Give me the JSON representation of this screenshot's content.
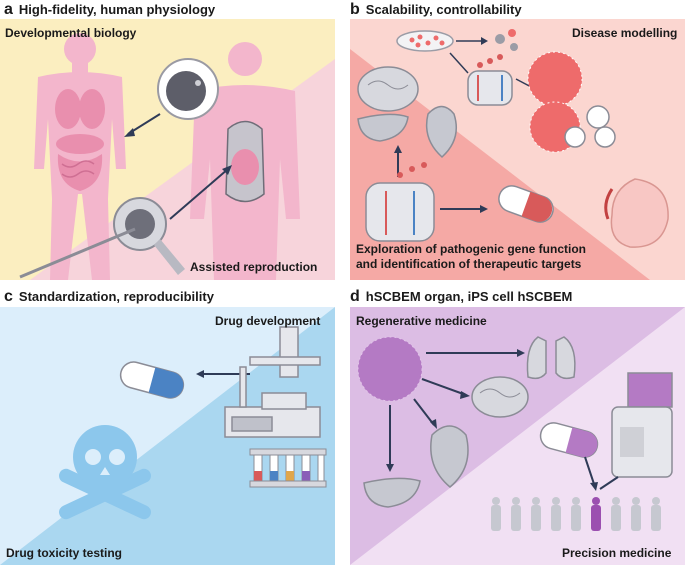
{
  "panels": {
    "a": {
      "letter": "a",
      "title": "High-fidelity, human physiology",
      "top_label": "Developmental biology",
      "bottom_label": "Assisted reproduction"
    },
    "b": {
      "letter": "b",
      "title": "Scalability, controllability",
      "top_label": "Disease modelling",
      "bottom_line1": "Exploration of pathogenic gene function",
      "bottom_line2": "and identification of therapeutic targets"
    },
    "c": {
      "letter": "c",
      "title": "Standardization, reproducibility",
      "top_label": "Drug development",
      "bottom_label": "Drug toxicity testing"
    },
    "d": {
      "letter": "d",
      "title": "hSCBEM organ, iPS cell hSCBEM",
      "top_label": "Regenerative medicine",
      "bottom_label": "Precision medicine"
    }
  },
  "colors": {
    "a_yellow": "#fbeec0",
    "a_pink": "#f6cfdf",
    "body_pink": "#f3b6cc",
    "organ_pink": "#e98fae",
    "b_light": "#fbd6d0",
    "b_dark": "#f5a9a5",
    "cell_red": "#ee6b6b",
    "c_light": "#dceefb",
    "c_dark": "#aad7f0",
    "skull_blue": "#8cc7ec",
    "d_light": "#f1e0f3",
    "d_dark": "#dcbde4",
    "purple": "#b47ac4",
    "grey": "#9aa1ab"
  },
  "icons": [
    "human-body-icon",
    "oocyte-icon",
    "pipette-icon",
    "petri-dish-icon",
    "molecule-icon",
    "embryoid-sphere-icon",
    "virus-icon",
    "fetus-icon",
    "brain-icon",
    "heart-icon",
    "liver-icon",
    "lungs-icon",
    "capsule-icon",
    "lab-robot-icon",
    "test-tubes-icon",
    "skull-crossbones-icon",
    "stem-cell-icon",
    "sequencer-icon",
    "population-icon"
  ]
}
